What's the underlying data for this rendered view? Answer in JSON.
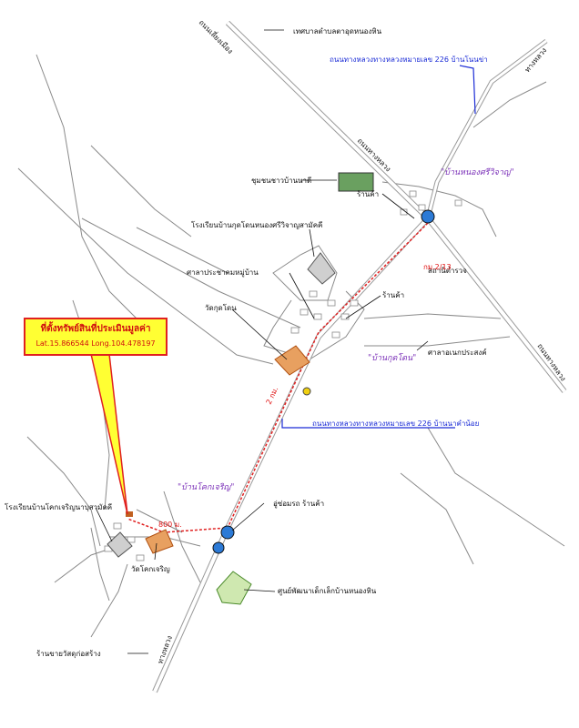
{
  "callout": {
    "title": "ที่ตั้งทรัพย์สินที่ประเมินมูลค่า",
    "coords": "Lat.15.866544   Long.104.478197"
  },
  "roads": {
    "hwy_nw_label": "ถนนเลี่ยงเมือง",
    "hwy_ne_label": "ทางหลวง",
    "hwy_mid_label": "ถนนทางหลวง",
    "hwy_se_label": "ถนนทางหลวง",
    "hwy_s_label": "ทางหลวง",
    "blue_note_1": "ถนนทางหลวงทางหลวงหมายเลข 226 บ้านโนนข่า",
    "blue_note_2": "ถนนทางหลวงทางหลวงหมายเลข 226 บ้านนาคำน้อย"
  },
  "villages": {
    "v1": "\"บ้านหนองศรีวิจาญ\"",
    "v2": "\"บ้านกุดโดน\"",
    "v3": "\"บ้านโคกเจริญ\""
  },
  "places": {
    "p1": "เทศบาลตำบลตาอุดหนองหิน",
    "p2": "ชุมชนชาวบ้านนาดี",
    "p3": "ร้านค้า",
    "p4": "โรงเรียนบ้านกุดโดนหนองศรีวิจาญสามัคคี",
    "p5": "ศาลาประชาคมหมู่บ้าน",
    "p6": "วัดกุดโดน",
    "p7": "ร้านค้า",
    "p8": "ศาลาอเนกประสงค์",
    "p9": "สถานีตำรวจ",
    "p10": "อู่ซ่อมรถ ร้านค้า",
    "p11": "โรงเรียนบ้านโคกเจริญนาบุสามัคคี",
    "p12": "วัดโคกเจริญ",
    "p13": "ศูนย์พัฒนาเด็กเล็กบ้านหนองหิน",
    "p14": "ร้านขายวัสดุก่อสร้าง",
    "dist_1": "กม.2/13",
    "dist_2": "2 กม.",
    "dist_3": "800 ม."
  }
}
